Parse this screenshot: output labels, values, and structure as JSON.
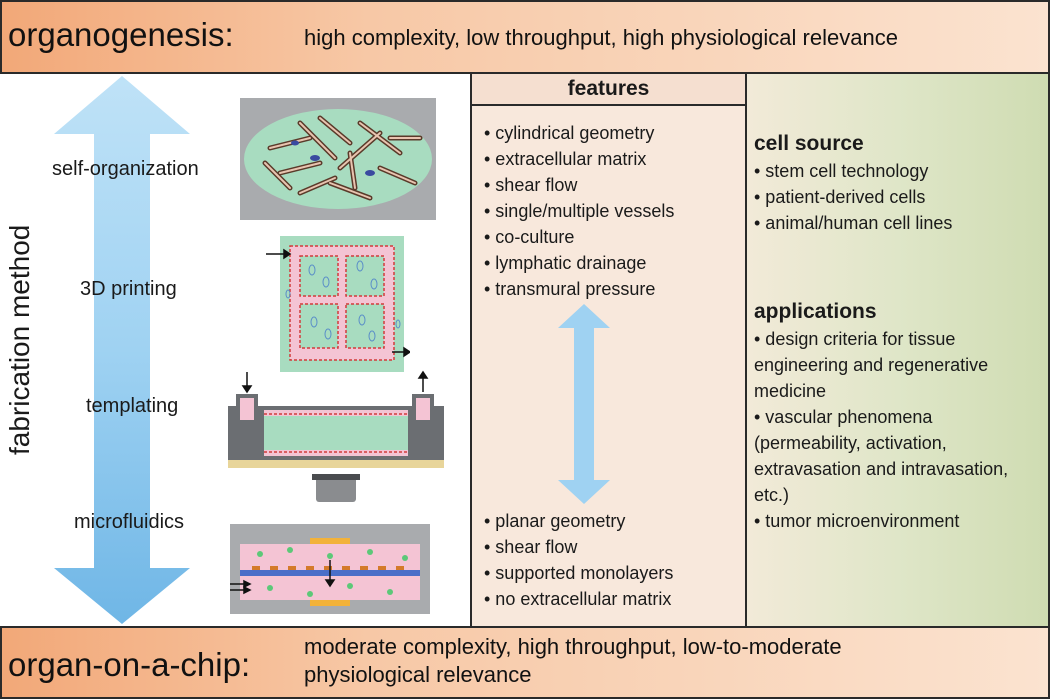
{
  "top_band": {
    "title": "organogenesis:",
    "text": "high complexity, low throughput, high physiological relevance"
  },
  "bottom_band": {
    "title": "organ-on-a-chip:",
    "text": "moderate complexity, high throughput, low-to-moderate physiological relevance"
  },
  "axis_label": "fabrication method",
  "methods": [
    "self-organization",
    "3D printing",
    "templating",
    "microfluidics"
  ],
  "features": {
    "header": "features",
    "top_items": [
      "• cylindrical geometry",
      "• extracellular matrix",
      "• shear flow",
      "• single/multiple vessels",
      "• co-culture",
      "• lymphatic drainage",
      "• transmural pressure"
    ],
    "bottom_items": [
      "• planar geometry",
      "• shear flow",
      "• supported monolayers",
      "• no extracellular matrix"
    ]
  },
  "cell_source": {
    "title": "cell source",
    "items": [
      "• stem cell technology",
      "• patient-derived cells",
      "• animal/human cell lines"
    ]
  },
  "applications": {
    "title": "applications",
    "items": [
      "• design criteria for tissue engineering and regenerative medicine",
      "• vascular phenomena (permeability, activation, extravasation and intravasation, etc.)",
      "• tumor microenvironment"
    ]
  },
  "colors": {
    "band": "#f4b48a",
    "arrow": "#8cc8ee",
    "features_bg": "#f8e8dc",
    "right_bg": "#dfe6c8",
    "matrix_green": "#a8dcc0",
    "pink": "#f4c4d4"
  }
}
